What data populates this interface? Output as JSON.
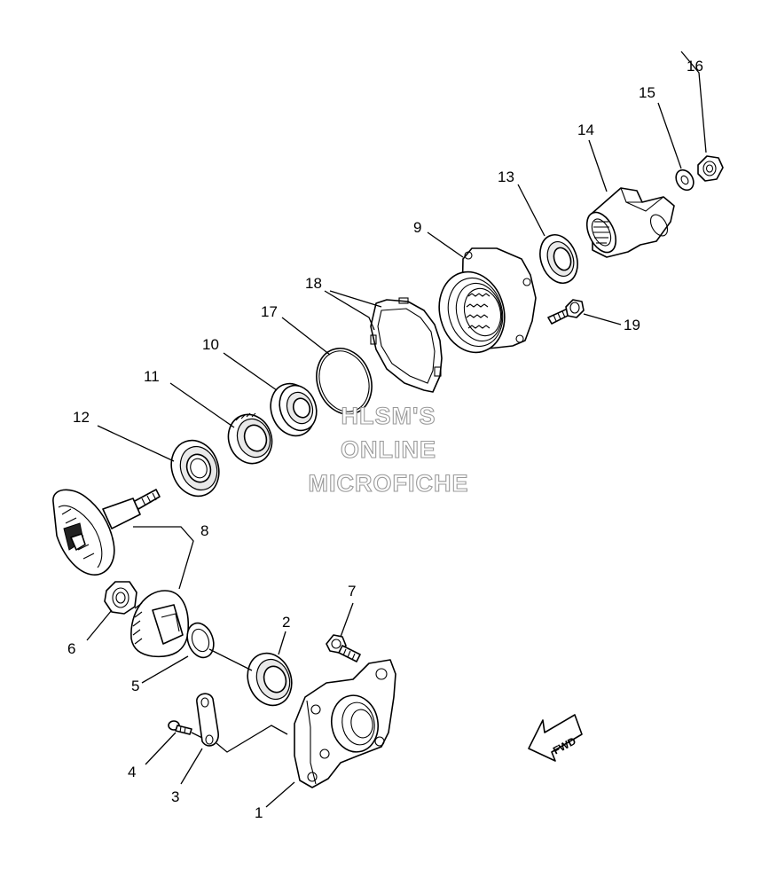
{
  "callouts": [
    {
      "id": "1",
      "label": "1"
    },
    {
      "id": "2",
      "label": "2"
    },
    {
      "id": "3",
      "label": "3"
    },
    {
      "id": "4",
      "label": "4"
    },
    {
      "id": "5",
      "label": "5"
    },
    {
      "id": "6",
      "label": "6"
    },
    {
      "id": "7",
      "label": "7"
    },
    {
      "id": "8",
      "label": "8"
    },
    {
      "id": "9",
      "label": "9"
    },
    {
      "id": "10",
      "label": "10"
    },
    {
      "id": "11",
      "label": "11"
    },
    {
      "id": "12",
      "label": "12"
    },
    {
      "id": "13",
      "label": "13"
    },
    {
      "id": "14",
      "label": "14"
    },
    {
      "id": "15",
      "label": "15"
    },
    {
      "id": "16",
      "label": "16"
    },
    {
      "id": "17",
      "label": "17"
    },
    {
      "id": "18",
      "label": "18"
    },
    {
      "id": "19",
      "label": "19"
    }
  ],
  "watermark": [
    "HLSM'S",
    "ONLINE",
    "MICROFICHE"
  ],
  "direction_arrow": {
    "label": "FWD",
    "icon": "fwd-arrow-icon"
  }
}
